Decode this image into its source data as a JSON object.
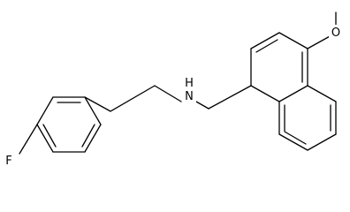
{
  "structure": {
    "atoms": {
      "fluorine": "F",
      "amine": "H\nN",
      "amine_h": "H",
      "amine_n": "N",
      "ether_o": "O"
    }
  }
}
